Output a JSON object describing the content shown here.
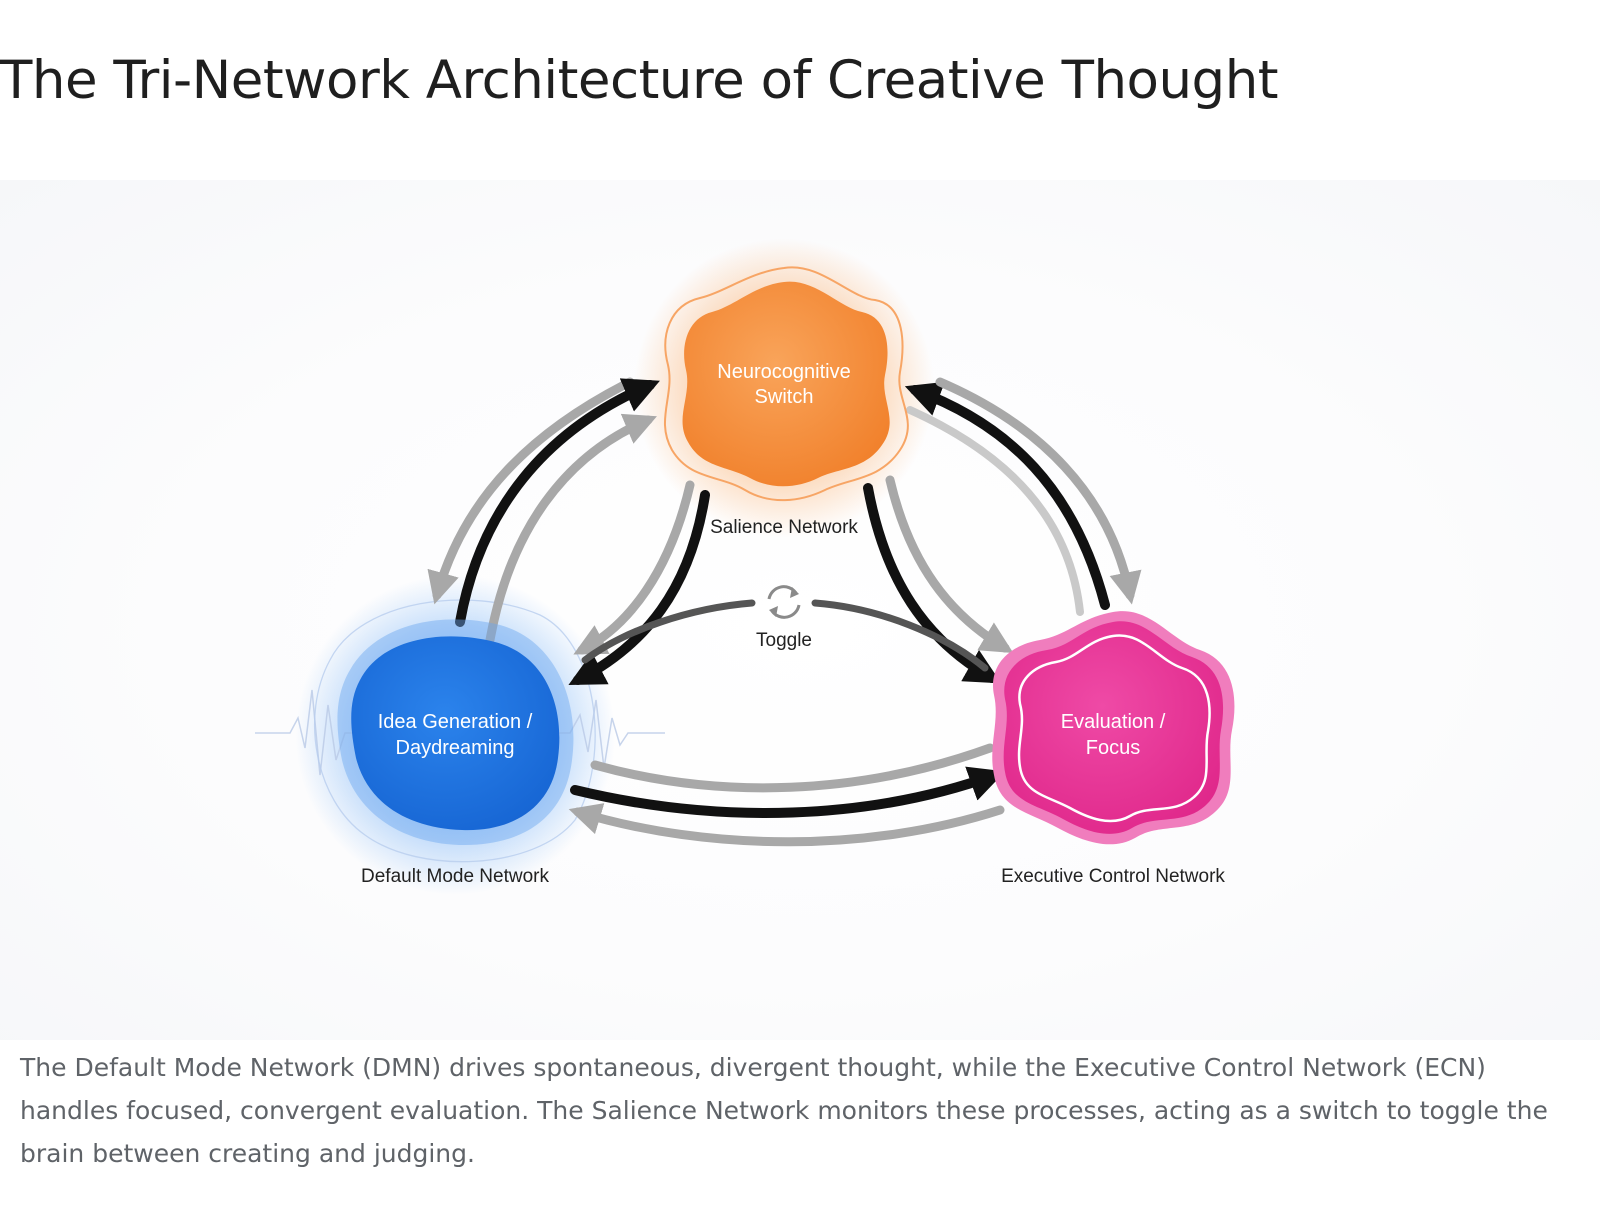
{
  "title": "The Tri-Network Architecture of Creative Thought",
  "diagram": {
    "nodes": {
      "salience": {
        "label_lines": [
          "Neurocognitive",
          "Switch"
        ],
        "network_name": "Salience Network",
        "color": "#f58c3c"
      },
      "dmn": {
        "label_lines": [
          "Idea Generation /",
          "Daydreaming"
        ],
        "network_name": "Default Mode Network",
        "color": "#1f73e0"
      },
      "ecn": {
        "label_lines": [
          "Evaluation /",
          "Focus"
        ],
        "network_name": "Executive Control Network",
        "color": "#ea3c9a"
      }
    },
    "toggle_label": "Toggle",
    "toggle_icon": "refresh-icon",
    "arrow_colors": {
      "dark": "#111111",
      "light": "#a8a8a8"
    }
  },
  "caption": "The Default Mode Network (DMN) drives spontaneous, divergent thought, while the Executive Control Network (ECN) handles focused, convergent evaluation. The Salience Network monitors these processes, acting as a switch to toggle the brain between creating and judging."
}
